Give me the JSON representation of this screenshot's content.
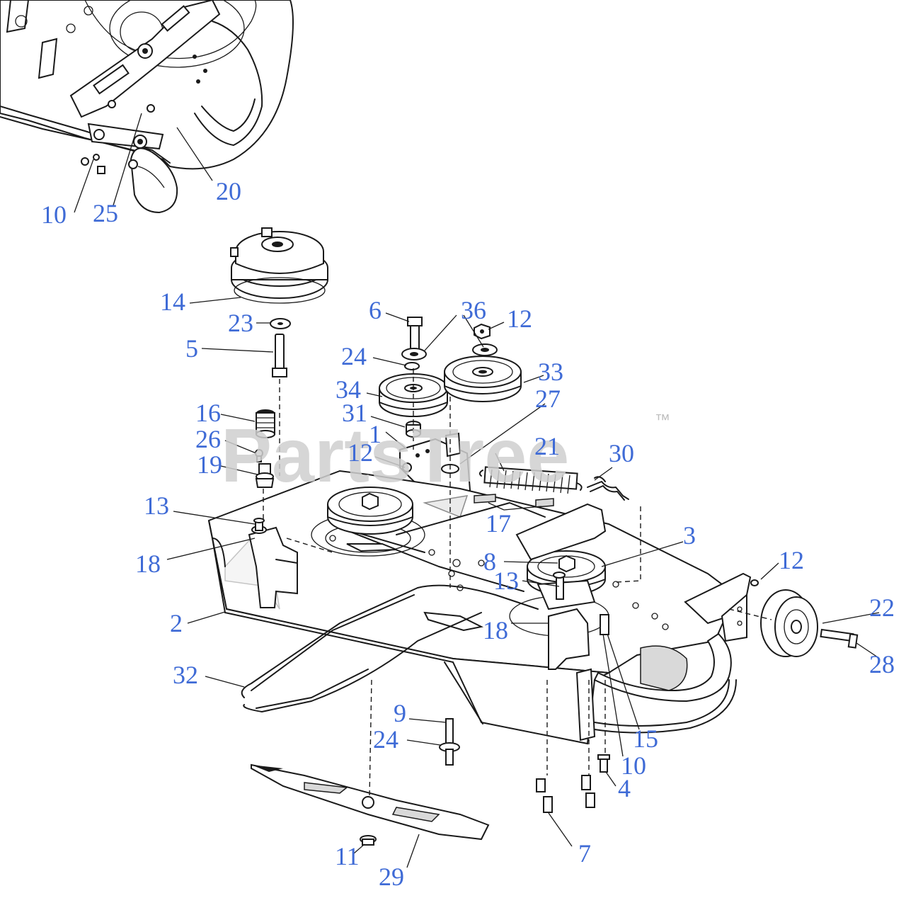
{
  "watermark": {
    "brand": "PartsTree",
    "trademark": "™"
  },
  "callouts": [
    {
      "id": "c-20",
      "label": "20"
    },
    {
      "id": "c-10a",
      "label": "10"
    },
    {
      "id": "c-25",
      "label": "25"
    },
    {
      "id": "c-14",
      "label": "14"
    },
    {
      "id": "c-23",
      "label": "23"
    },
    {
      "id": "c-5",
      "label": "5"
    },
    {
      "id": "c-6",
      "label": "6"
    },
    {
      "id": "c-36",
      "label": "36"
    },
    {
      "id": "c-12a",
      "label": "12"
    },
    {
      "id": "c-24a",
      "label": "24"
    },
    {
      "id": "c-33",
      "label": "33"
    },
    {
      "id": "c-34",
      "label": "34"
    },
    {
      "id": "c-27",
      "label": "27"
    },
    {
      "id": "c-16",
      "label": "16"
    },
    {
      "id": "c-31",
      "label": "31"
    },
    {
      "id": "c-1",
      "label": "1"
    },
    {
      "id": "c-21",
      "label": "21"
    },
    {
      "id": "c-30",
      "label": "30"
    },
    {
      "id": "c-26",
      "label": "26"
    },
    {
      "id": "c-12b",
      "label": "12"
    },
    {
      "id": "c-19",
      "label": "19"
    },
    {
      "id": "c-13a",
      "label": "13"
    },
    {
      "id": "c-17",
      "label": "17"
    },
    {
      "id": "c-3",
      "label": "3"
    },
    {
      "id": "c-18a",
      "label": "18"
    },
    {
      "id": "c-8",
      "label": "8"
    },
    {
      "id": "c-12c",
      "label": "12"
    },
    {
      "id": "c-13b",
      "label": "13"
    },
    {
      "id": "c-2",
      "label": "2"
    },
    {
      "id": "c-22",
      "label": "22"
    },
    {
      "id": "c-18b",
      "label": "18"
    },
    {
      "id": "c-28",
      "label": "28"
    },
    {
      "id": "c-32",
      "label": "32"
    },
    {
      "id": "c-9",
      "label": "9"
    },
    {
      "id": "c-24b",
      "label": "24"
    },
    {
      "id": "c-15",
      "label": "15"
    },
    {
      "id": "c-10b",
      "label": "10"
    },
    {
      "id": "c-4",
      "label": "4"
    },
    {
      "id": "c-7",
      "label": "7"
    },
    {
      "id": "c-11",
      "label": "11"
    },
    {
      "id": "c-29",
      "label": "29"
    }
  ]
}
